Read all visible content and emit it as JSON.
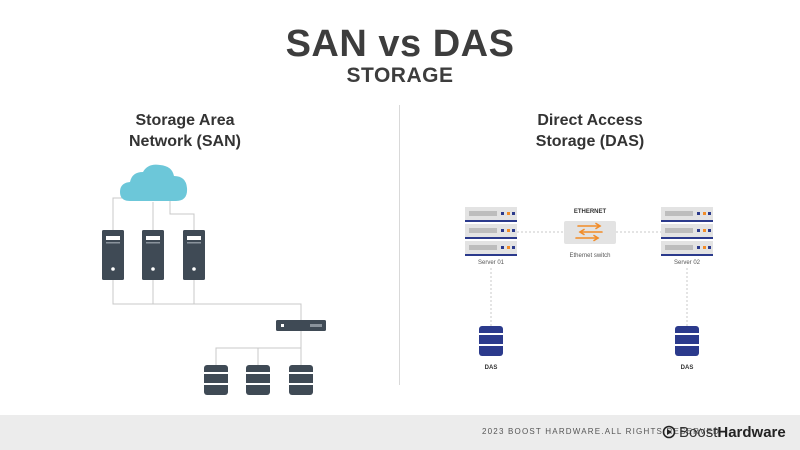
{
  "header": {
    "title": "SAN vs DAS",
    "subtitle": "STORAGE"
  },
  "san": {
    "heading_line1": "Storage Area",
    "heading_line2": "Network (SAN)"
  },
  "das": {
    "heading_line1": "Direct Access",
    "heading_line2": "Storage (DAS)",
    "ethernet_label": "ETHERNET",
    "switch_label": "Ethernet switch",
    "server1_label": "Server 01",
    "server2_label": "Server 02",
    "das1_label": "DAS",
    "das2_label": "DAS"
  },
  "footer": {
    "copyright": "2023 BOOST HARDWARE.ALL RIGHTS RESERVED",
    "logo_boost": "Boost",
    "logo_hardware": "Hardware"
  },
  "colors": {
    "cloud": "#6cc7d9",
    "device": "#3f4a55",
    "rack_blue": "#2b3a8c",
    "rack_gray": "#e3e3e3",
    "switch_arrow": "#f28c28",
    "db_blue": "#2b3a8c",
    "line": "#c8c8c8"
  }
}
